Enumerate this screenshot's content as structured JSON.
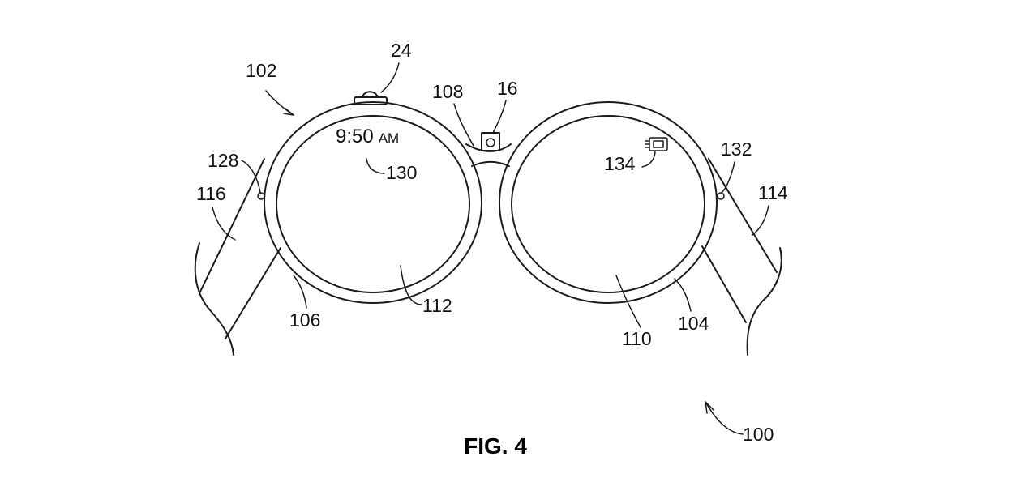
{
  "figure": {
    "caption": "FIG. 4",
    "display_time": "9:50",
    "display_time_suffix": "AM",
    "reference_numerals": {
      "device": "100",
      "left_lens_assembly": "102",
      "right_frame": "104",
      "left_frame": "106",
      "bridge": "108",
      "right_lens": "110",
      "left_lens": "112",
      "right_temple": "114",
      "left_temple": "116",
      "left_sensor": "128",
      "time_display": "130",
      "right_sensor": "132",
      "display_icon": "134",
      "camera": "16",
      "top_button": "24"
    }
  }
}
